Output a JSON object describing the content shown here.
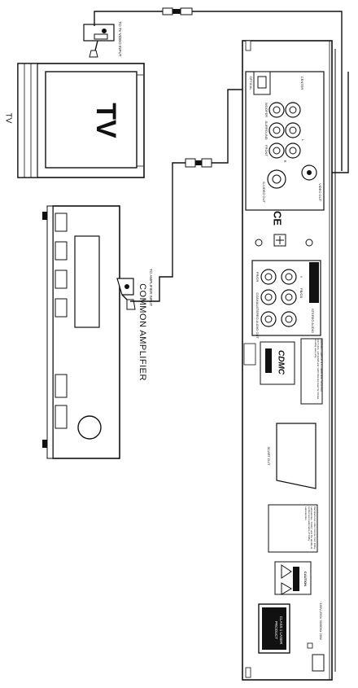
{
  "tv": {
    "screen_text": "TV",
    "side_label": "TV"
  },
  "amplifier": {
    "label": "COMMON AMPLIFIER"
  },
  "cables": {
    "to_tv": "TO TV VIDEO INPUT",
    "to_amp": "TO AMPLIFIER INPUT"
  },
  "player": {
    "jacks": {
      "center": "CENTER",
      "optical": "OPTICAL",
      "woofer": "WOOFER",
      "surround": "SURROUND",
      "front": "FRONT",
      "s_video": "S-VIDEO OUT",
      "video_out": "VIDEO OUT",
      "l": "L",
      "r": "R",
      "coaxial": "COAXIAL",
      "pr_cr": "PR/CR",
      "pb_cb": "PB/CB",
      "y": "Y",
      "stereo_audio_out": "STEREO AUDIO OUT",
      "stereo_audio": "STEREO AUDIO",
      "scart_out": "SCART OUT"
    },
    "ce_mark": "CE",
    "cdmc_logo": "CDMC",
    "patent_text": "Apparatus Claims of U.S. Patent Nos. 4,631,603, 4,577,216, 4,819,098 and 4,907,093 licensed for limited viewing uses only.",
    "dolby_text": "Manufactured under license from Dolby Laboratories. \"Dolby\" and the double-D symbol are trademarks of Dolby Laboratories.",
    "caution_label": "CAUTION",
    "laser_label": "CLASS 1 LASER PRODUCT",
    "power_label": "~100V-250V 50/60Hz 25W"
  },
  "colors": {
    "line": "#111111",
    "fill": "#ffffff",
    "shade": "#d8d8d8"
  }
}
